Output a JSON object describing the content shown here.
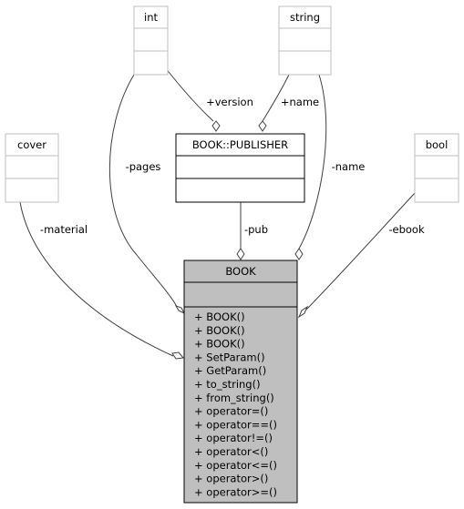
{
  "classes": {
    "int": {
      "name": "int"
    },
    "string": {
      "name": "string"
    },
    "cover": {
      "name": "cover"
    },
    "bool": {
      "name": "bool"
    },
    "publisher": {
      "name": "BOOK::PUBLISHER"
    },
    "book": {
      "name": "BOOK",
      "methods": [
        "+ BOOK()",
        "+ BOOK()",
        "+ BOOK()",
        "+ SetParam()",
        "+ GetParam()",
        "+ to_string()",
        "+ from_string()",
        "+ operator=()",
        "+ operator==()",
        "+ operator!=()",
        "+ operator<()",
        "+ operator<=()",
        "+ operator>()",
        "+ operator>=()"
      ]
    }
  },
  "edges": {
    "version": "+version",
    "pub_name": "+name",
    "pages": "-pages",
    "name": "-name",
    "material": "-material",
    "pub": "-pub",
    "ebook": "-ebook"
  },
  "colors": {
    "main_fill": "#bfbfbf",
    "edge": "#404040",
    "secondary_border": "#bfbfbf"
  }
}
